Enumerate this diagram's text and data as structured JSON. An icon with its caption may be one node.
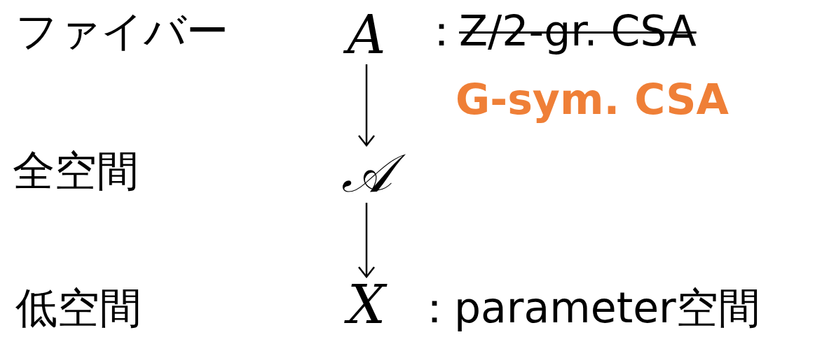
{
  "diagram": {
    "nodes": [
      {
        "text": [
          "A"
        ]
      },
      {
        "text": [
          "𝒜"
        ]
      },
      {
        "text": [
          "X"
        ]
      }
    ],
    "edges": [
      {
        "from": 0,
        "to": 1,
        "arrow": "to"
      },
      {
        "from": 1,
        "to": 2,
        "arrow": "to"
      }
    ],
    "labels": [
      "ファイバー",
      "：",
      "Z/2-gr. CSA",
      "G-sym. CSA",
      "全空間",
      "低空間",
      "：",
      "parameter空間"
    ]
  }
}
